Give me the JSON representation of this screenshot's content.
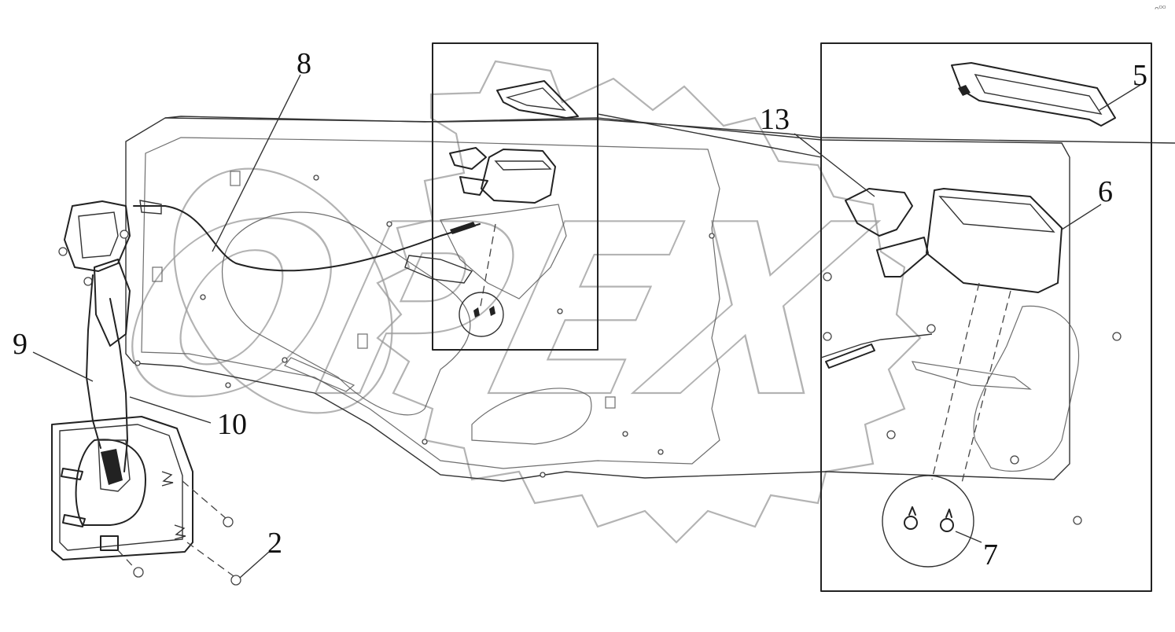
{
  "diagram": {
    "callouts": {
      "c8": "8",
      "c13": "13",
      "c5": "5",
      "c6": "6",
      "c9": "9",
      "c10": "10",
      "c2": "2",
      "c7": "7"
    },
    "watermark_text": "OPEX",
    "corner_mark": "ᴖᴼᴼ"
  }
}
